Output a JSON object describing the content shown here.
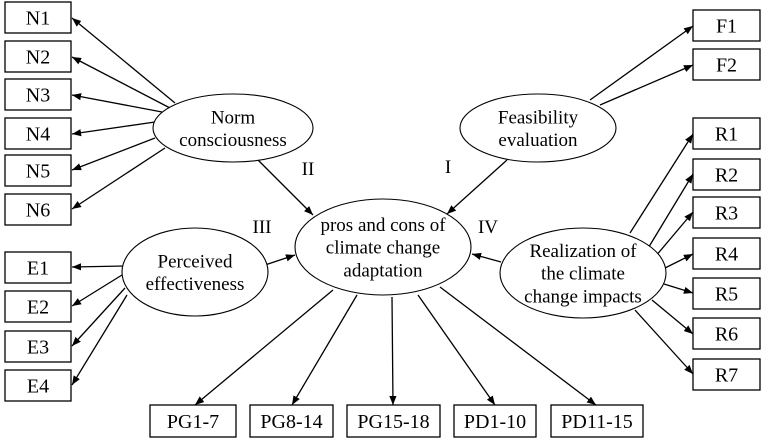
{
  "constructs": {
    "norm": [
      "Norm",
      "consciousness"
    ],
    "perceived": [
      "Perceived",
      "effectiveness"
    ],
    "center": [
      "pros and cons of",
      "climate change",
      "adaptation"
    ],
    "feasibility": [
      "Feasibility",
      "evaluation"
    ],
    "realization": [
      "Realization of",
      "the climate",
      "change impacts"
    ]
  },
  "paths": {
    "I": "I",
    "II": "II",
    "III": "III",
    "IV": "IV"
  },
  "indicators": {
    "norm": [
      "N1",
      "N2",
      "N3",
      "N4",
      "N5",
      "N6"
    ],
    "perceived": [
      "E1",
      "E2",
      "E3",
      "E4"
    ],
    "feasibility": [
      "F1",
      "F2"
    ],
    "realization": [
      "R1",
      "R2",
      "R3",
      "R4",
      "R5",
      "R6",
      "R7"
    ],
    "center": [
      "PG1-7",
      "PG8-14",
      "PG15-18",
      "PD1-10",
      "PD11-15"
    ]
  }
}
